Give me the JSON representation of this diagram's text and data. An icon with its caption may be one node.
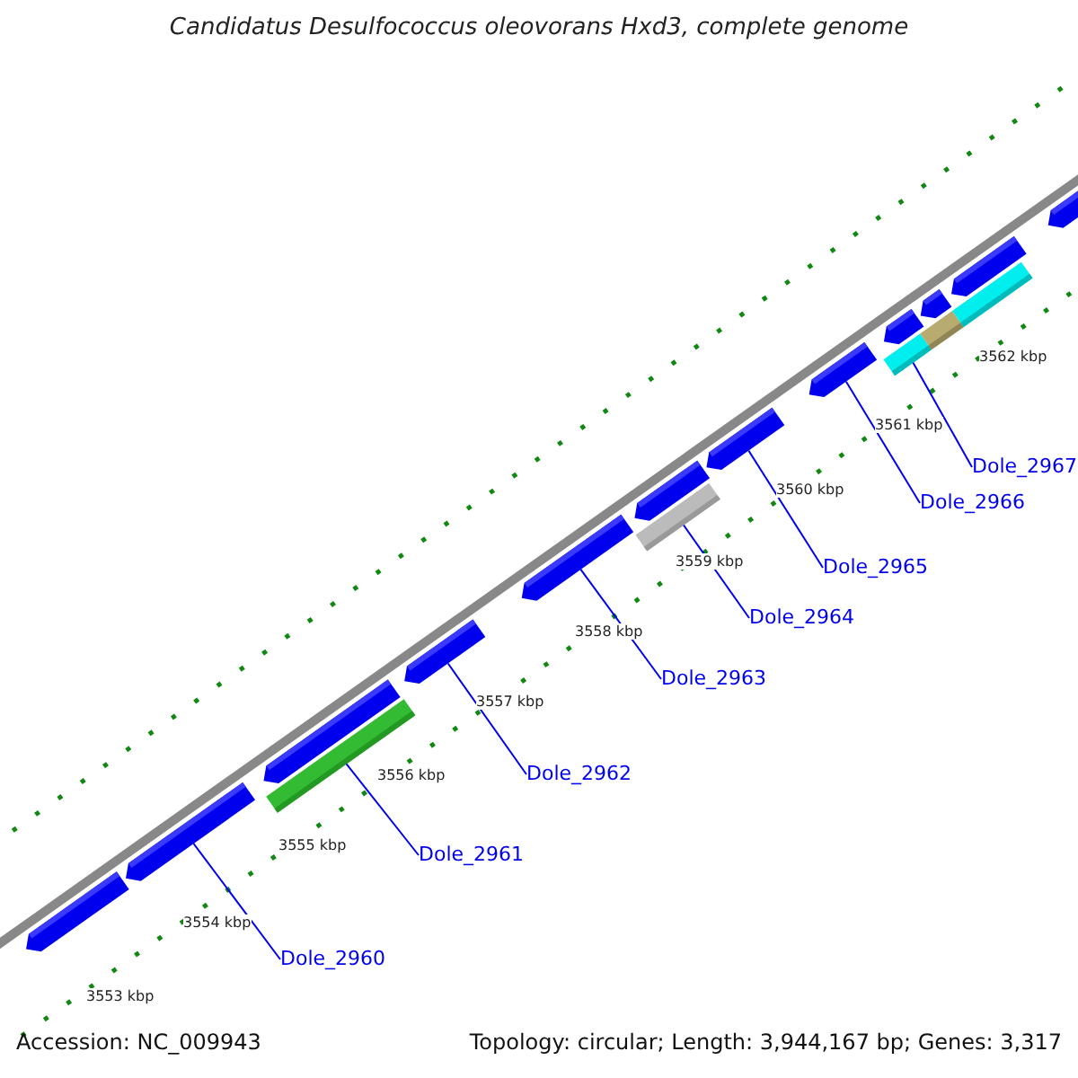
{
  "diagram": {
    "title": "Candidatus Desulfococcus oleovorans Hxd3, complete genome",
    "nodes": [
      {
        "text": [
          "Dole_2960"
        ]
      },
      {
        "text": [
          "Dole_2961"
        ]
      },
      {
        "text": [
          "Dole_2962"
        ]
      },
      {
        "text": [
          "Dole_2963"
        ]
      },
      {
        "text": [
          "Dole_2964"
        ]
      },
      {
        "text": [
          "Dole_2965"
        ]
      },
      {
        "text": [
          "Dole_2966"
        ]
      },
      {
        "text": [
          "Dole_2967"
        ]
      },
      {
        "text": [],
        "shape": "bar"
      },
      {
        "text": [],
        "shape": "bar"
      },
      {
        "text": [],
        "shape": "bar"
      },
      {
        "text": [],
        "shape": "bar"
      },
      {
        "text": [],
        "shape": "bar"
      },
      {
        "text": [],
        "shape": "bar"
      },
      {
        "text": [],
        "shape": "bar"
      },
      {
        "text": [],
        "shape": "bar"
      },
      {
        "text": [],
        "shape": "bar"
      },
      {
        "text": [],
        "shape": "bar"
      },
      {
        "text": [],
        "shape": "bar"
      },
      {
        "text": [],
        "shape": "bar"
      },
      {
        "text": [],
        "shape": "bar"
      },
      {
        "text": [],
        "shape": "bar"
      },
      {
        "text": [],
        "shape": "bar"
      },
      {
        "text": [],
        "shape": "bar"
      },
      {
        "text": [],
        "shape": "bar"
      }
    ],
    "edges": [
      {
        "from": 0,
        "to": 9,
        "arrow": "none"
      },
      {
        "from": 1,
        "to": 10,
        "arrow": "none"
      },
      {
        "from": 2,
        "to": 12,
        "arrow": "none"
      },
      {
        "from": 3,
        "to": 13,
        "arrow": "none"
      },
      {
        "from": 4,
        "to": 14,
        "arrow": "none"
      },
      {
        "from": 5,
        "to": 16,
        "arrow": "none"
      },
      {
        "from": 6,
        "to": 17,
        "arrow": "none"
      },
      {
        "from": 7,
        "to": 18,
        "arrow": "none"
      }
    ],
    "labels": [
      "3562 kbp",
      "3561 kbp",
      "3560 kbp",
      "3559 kbp",
      "3558 kbp",
      "3557 kbp",
      "3556 kbp",
      "3555 kbp",
      "3554 kbp",
      "3553 kbp",
      "Accession: NC_009943",
      "Topology: circular; Length: 3,944,167 bp; Genes: 3,317"
    ]
  }
}
